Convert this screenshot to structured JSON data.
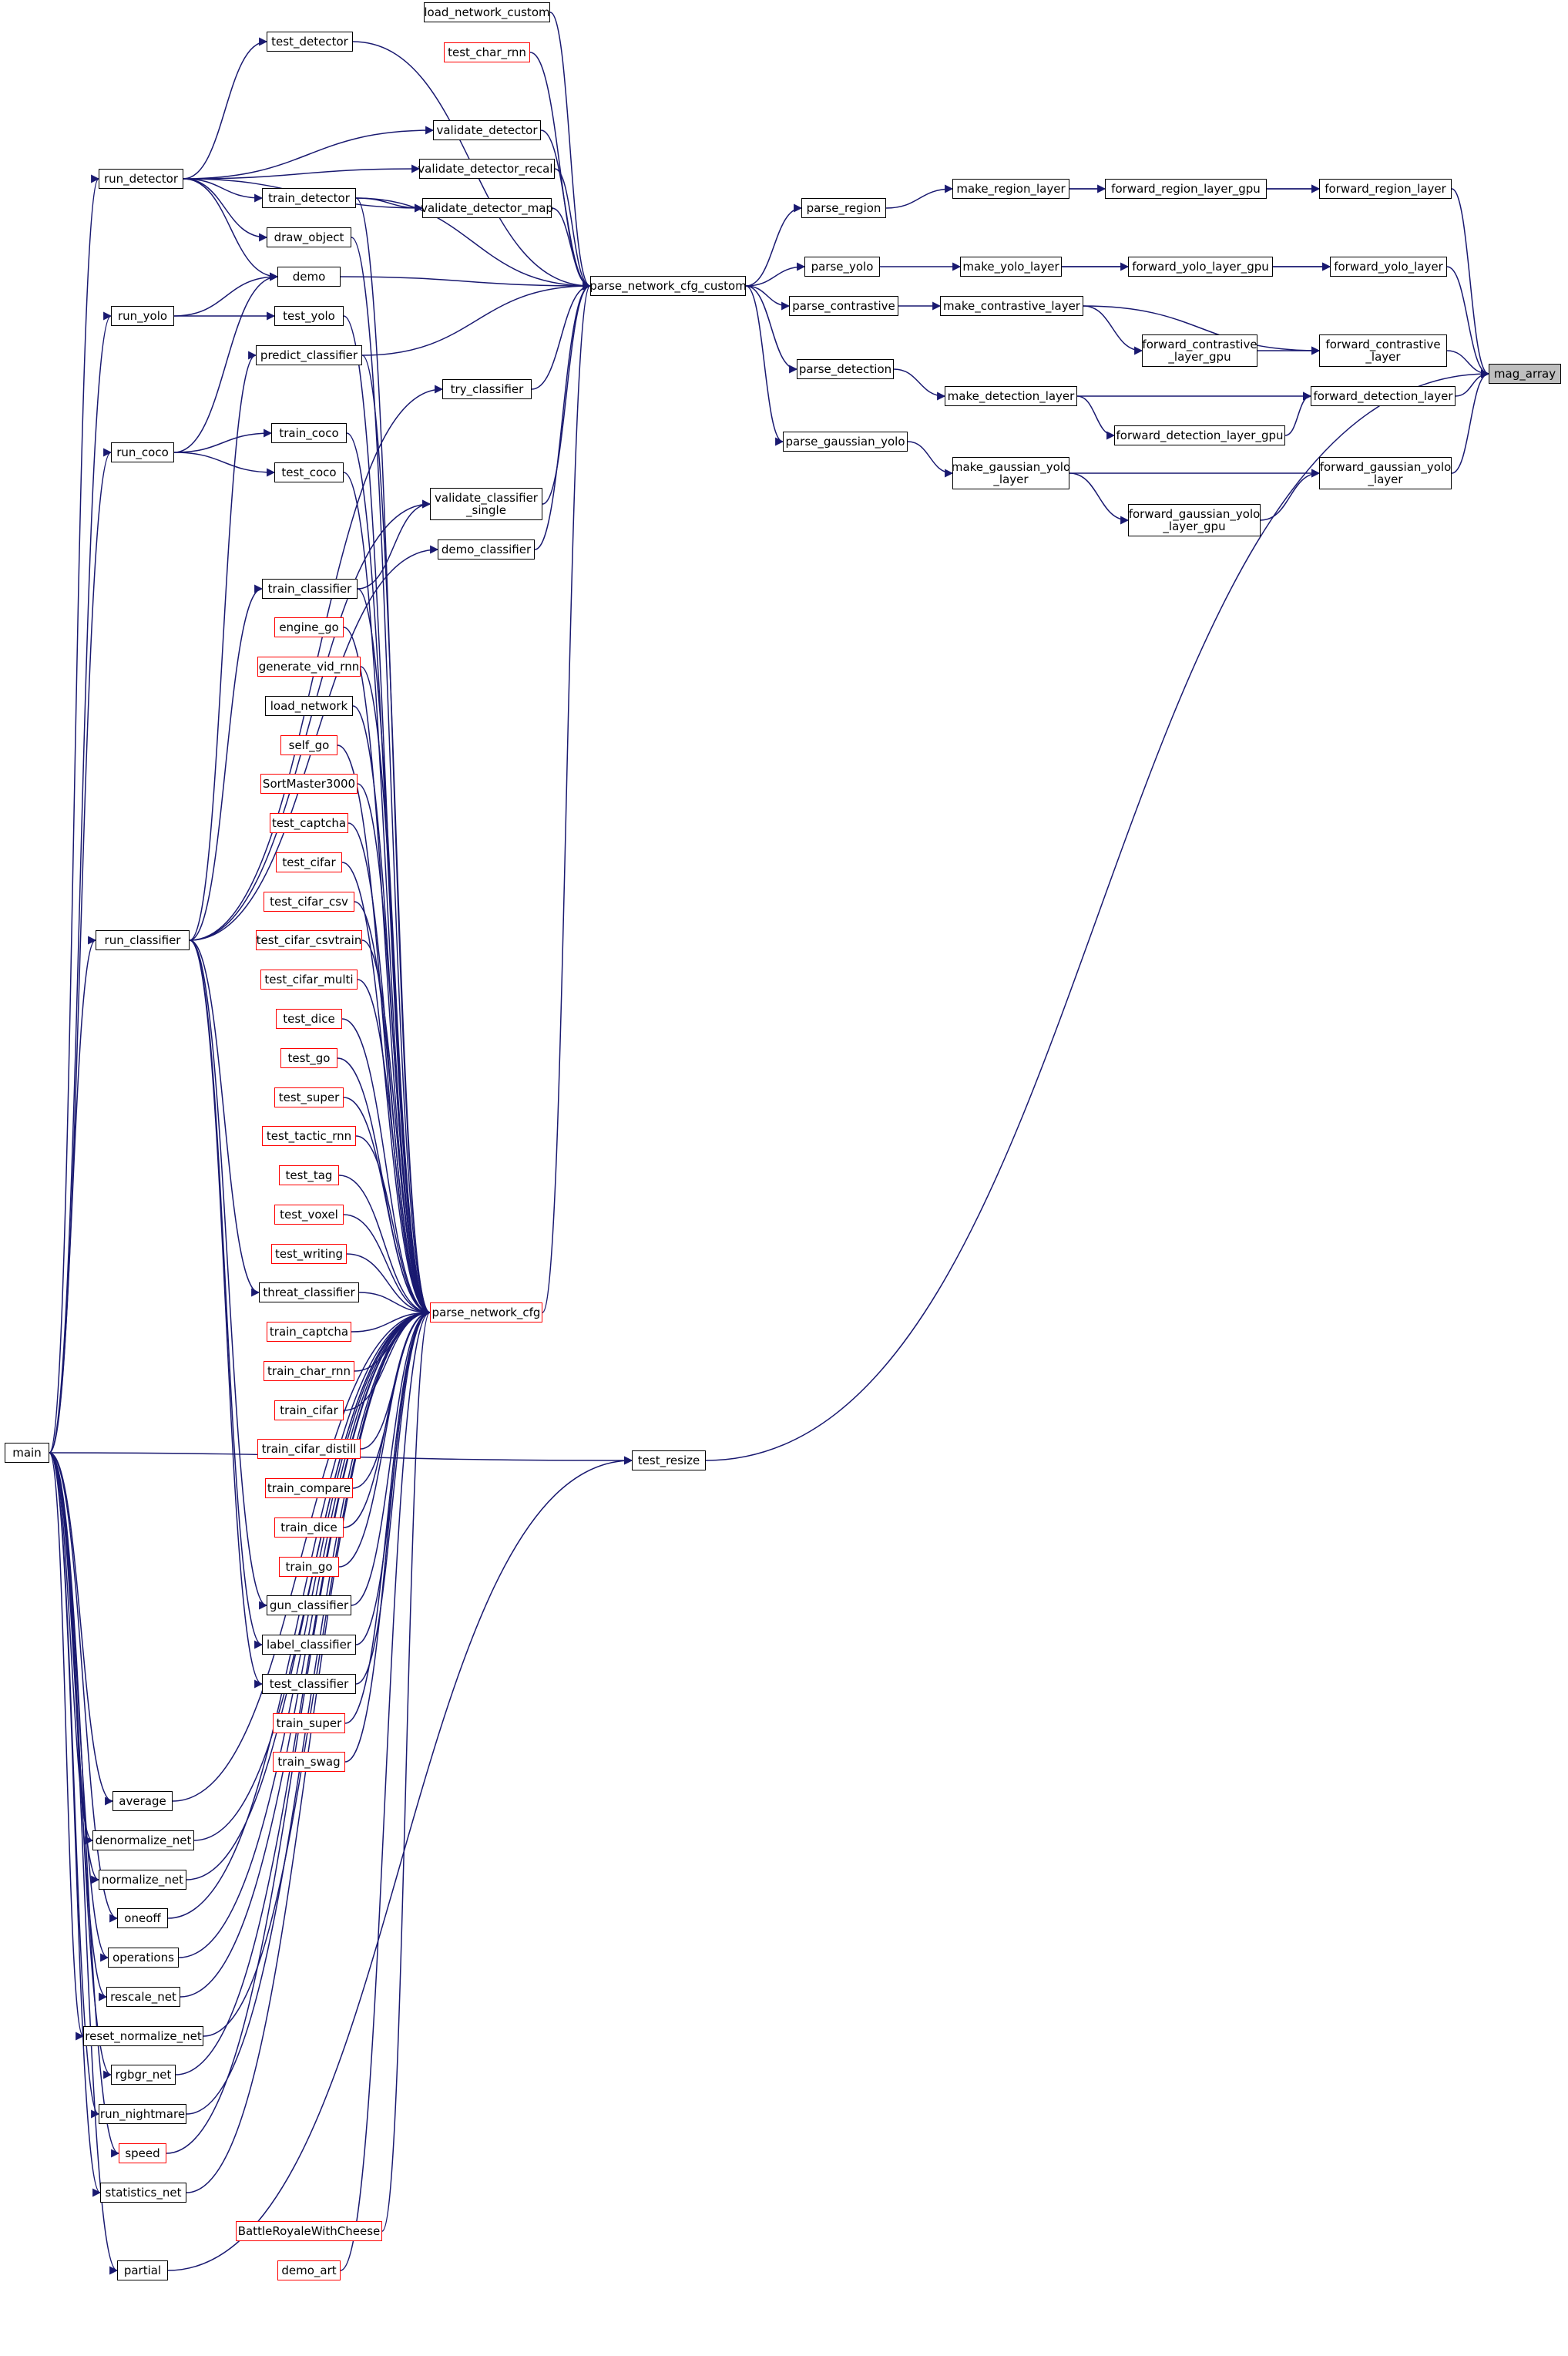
{
  "diagram": {
    "title": "",
    "colors": {
      "edge": "#191970",
      "box_border": "#000000",
      "external_border": "#ff0000",
      "focus_fill": "#bfbfbf"
    },
    "nodes": {
      "mag_array": {
        "label": "mag_array",
        "focus": true
      },
      "forward_region_layer": {
        "label": "forward_region_layer"
      },
      "forward_yolo_layer": {
        "label": "forward_yolo_layer"
      },
      "forward_contrastive_layer": {
        "label": "forward_contrastive\n_layer"
      },
      "forward_detection_layer": {
        "label": "forward_detection_layer"
      },
      "forward_gaussian_yolo_layer": {
        "label": "forward_gaussian_yolo\n_layer"
      },
      "test_resize": {
        "label": "test_resize"
      },
      "forward_region_layer_gpu": {
        "label": "forward_region_layer_gpu"
      },
      "make_region_layer": {
        "label": "make_region_layer"
      },
      "forward_yolo_layer_gpu": {
        "label": "forward_yolo_layer_gpu"
      },
      "make_yolo_layer": {
        "label": "make_yolo_layer"
      },
      "forward_contrastive_layer_gpu": {
        "label": "forward_contrastive\n_layer_gpu"
      },
      "make_contrastive_layer": {
        "label": "make_contrastive_layer"
      },
      "make_detection_layer": {
        "label": "make_detection_layer"
      },
      "forward_detection_layer_gpu": {
        "label": "forward_detection_layer_gpu"
      },
      "make_gaussian_yolo_layer": {
        "label": "make_gaussian_yolo\n_layer"
      },
      "forward_gaussian_yolo_layer_gpu": {
        "label": "forward_gaussian_yolo\n_layer_gpu"
      },
      "parse_region": {
        "label": "parse_region"
      },
      "parse_yolo": {
        "label": "parse_yolo"
      },
      "parse_contrastive": {
        "label": "parse_contrastive"
      },
      "parse_detection": {
        "label": "parse_detection"
      },
      "parse_gaussian_yolo": {
        "label": "parse_gaussian_yolo"
      },
      "parse_network_cfg_custom": {
        "label": "parse_network_cfg_custom"
      },
      "load_network_custom": {
        "label": "load_network_custom"
      },
      "test_char_rnn": {
        "label": "test_char_rnn",
        "external": true
      },
      "test_detector": {
        "label": "test_detector"
      },
      "validate_detector": {
        "label": "validate_detector"
      },
      "validate_detector_recall": {
        "label": "validate_detector_recall"
      },
      "train_detector": {
        "label": "train_detector"
      },
      "validate_detector_map": {
        "label": "validate_detector_map"
      },
      "draw_object": {
        "label": "draw_object"
      },
      "demo": {
        "label": "demo"
      },
      "test_yolo": {
        "label": "test_yolo"
      },
      "predict_classifier": {
        "label": "predict_classifier"
      },
      "try_classifier": {
        "label": "try_classifier"
      },
      "train_coco": {
        "label": "train_coco"
      },
      "test_coco": {
        "label": "test_coco"
      },
      "validate_classifier_single": {
        "label": "validate_classifier\n_single"
      },
      "demo_classifier": {
        "label": "demo_classifier"
      },
      "train_classifier": {
        "label": "train_classifier"
      },
      "run_detector": {
        "label": "run_detector"
      },
      "run_yolo": {
        "label": "run_yolo"
      },
      "run_coco": {
        "label": "run_coco"
      },
      "run_classifier": {
        "label": "run_classifier"
      },
      "main": {
        "label": "main"
      },
      "parse_network_cfg": {
        "label": "parse_network_cfg",
        "external": true
      },
      "engine_go": {
        "label": "engine_go",
        "external": true
      },
      "generate_vid_rnn": {
        "label": "generate_vid_rnn",
        "external": true
      },
      "load_network": {
        "label": "load_network"
      },
      "self_go": {
        "label": "self_go",
        "external": true
      },
      "SortMaster3000": {
        "label": "SortMaster3000",
        "external": true
      },
      "test_captcha": {
        "label": "test_captcha",
        "external": true
      },
      "test_cifar": {
        "label": "test_cifar",
        "external": true
      },
      "test_cifar_csv": {
        "label": "test_cifar_csv",
        "external": true
      },
      "test_cifar_csvtrain": {
        "label": "test_cifar_csvtrain",
        "external": true
      },
      "test_cifar_multi": {
        "label": "test_cifar_multi",
        "external": true
      },
      "test_dice": {
        "label": "test_dice",
        "external": true
      },
      "test_go": {
        "label": "test_go",
        "external": true
      },
      "test_super": {
        "label": "test_super",
        "external": true
      },
      "test_tactic_rnn": {
        "label": "test_tactic_rnn",
        "external": true
      },
      "test_tag": {
        "label": "test_tag",
        "external": true
      },
      "test_voxel": {
        "label": "test_voxel",
        "external": true
      },
      "test_writing": {
        "label": "test_writing",
        "external": true
      },
      "threat_classifier": {
        "label": "threat_classifier"
      },
      "train_captcha": {
        "label": "train_captcha",
        "external": true
      },
      "train_char_rnn": {
        "label": "train_char_rnn",
        "external": true
      },
      "train_cifar": {
        "label": "train_cifar",
        "external": true
      },
      "train_cifar_distill": {
        "label": "train_cifar_distill",
        "external": true
      },
      "train_compare": {
        "label": "train_compare",
        "external": true
      },
      "train_dice": {
        "label": "train_dice",
        "external": true
      },
      "train_go": {
        "label": "train_go",
        "external": true
      },
      "gun_classifier": {
        "label": "gun_classifier"
      },
      "label_classifier": {
        "label": "label_classifier"
      },
      "test_classifier": {
        "label": "test_classifier"
      },
      "train_super": {
        "label": "train_super",
        "external": true
      },
      "train_swag": {
        "label": "train_swag",
        "external": true
      },
      "average": {
        "label": "average"
      },
      "denormalize_net": {
        "label": "denormalize_net"
      },
      "normalize_net": {
        "label": "normalize_net"
      },
      "oneoff": {
        "label": "oneoff"
      },
      "operations": {
        "label": "operations"
      },
      "rescale_net": {
        "label": "rescale_net"
      },
      "reset_normalize_net": {
        "label": "reset_normalize_net"
      },
      "rgbgr_net": {
        "label": "rgbgr_net"
      },
      "run_nightmare": {
        "label": "run_nightmare"
      },
      "speed": {
        "label": "speed",
        "external": true
      },
      "statistics_net": {
        "label": "statistics_net"
      },
      "BattleRoyaleWithCheese": {
        "label": "BattleRoyaleWithCheese",
        "external": true
      },
      "partial": {
        "label": "partial"
      },
      "demo_art": {
        "label": "demo_art",
        "external": true
      }
    },
    "edges": [
      [
        "forward_region_layer",
        "mag_array"
      ],
      [
        "forward_yolo_layer",
        "mag_array"
      ],
      [
        "forward_contrastive_layer",
        "mag_array"
      ],
      [
        "forward_detection_layer",
        "mag_array"
      ],
      [
        "forward_gaussian_yolo_layer",
        "mag_array"
      ],
      [
        "test_resize",
        "mag_array"
      ],
      [
        "forward_region_layer_gpu",
        "forward_region_layer"
      ],
      [
        "make_region_layer",
        "forward_region_layer"
      ],
      [
        "make_region_layer",
        "forward_region_layer_gpu"
      ],
      [
        "parse_region",
        "make_region_layer"
      ],
      [
        "forward_yolo_layer_gpu",
        "forward_yolo_layer"
      ],
      [
        "make_yolo_layer",
        "forward_yolo_layer"
      ],
      [
        "make_yolo_layer",
        "forward_yolo_layer_gpu"
      ],
      [
        "parse_yolo",
        "make_yolo_layer"
      ],
      [
        "forward_contrastive_layer_gpu",
        "forward_contrastive_layer"
      ],
      [
        "make_contrastive_layer",
        "forward_contrastive_layer"
      ],
      [
        "make_contrastive_layer",
        "forward_contrastive_layer_gpu"
      ],
      [
        "parse_contrastive",
        "make_contrastive_layer"
      ],
      [
        "forward_detection_layer_gpu",
        "forward_detection_layer"
      ],
      [
        "make_detection_layer",
        "forward_detection_layer"
      ],
      [
        "make_detection_layer",
        "forward_detection_layer_gpu"
      ],
      [
        "parse_detection",
        "make_detection_layer"
      ],
      [
        "forward_gaussian_yolo_layer_gpu",
        "forward_gaussian_yolo_layer"
      ],
      [
        "make_gaussian_yolo_layer",
        "forward_gaussian_yolo_layer"
      ],
      [
        "make_gaussian_yolo_layer",
        "forward_gaussian_yolo_layer_gpu"
      ],
      [
        "parse_gaussian_yolo",
        "make_gaussian_yolo_layer"
      ],
      [
        "parse_network_cfg_custom",
        "parse_region"
      ],
      [
        "parse_network_cfg_custom",
        "parse_yolo"
      ],
      [
        "parse_network_cfg_custom",
        "parse_contrastive"
      ],
      [
        "parse_network_cfg_custom",
        "parse_detection"
      ],
      [
        "parse_network_cfg_custom",
        "parse_gaussian_yolo"
      ],
      [
        "load_network_custom",
        "parse_network_cfg_custom"
      ],
      [
        "test_char_rnn",
        "parse_network_cfg_custom"
      ],
      [
        "test_detector",
        "parse_network_cfg_custom"
      ],
      [
        "validate_detector",
        "parse_network_cfg_custom"
      ],
      [
        "validate_detector_recall",
        "parse_network_cfg_custom"
      ],
      [
        "train_detector",
        "parse_network_cfg_custom"
      ],
      [
        "validate_detector_map",
        "parse_network_cfg_custom"
      ],
      [
        "demo",
        "parse_network_cfg_custom"
      ],
      [
        "predict_classifier",
        "parse_network_cfg_custom"
      ],
      [
        "try_classifier",
        "parse_network_cfg_custom"
      ],
      [
        "validate_classifier_single",
        "parse_network_cfg_custom"
      ],
      [
        "demo_classifier",
        "parse_network_cfg_custom"
      ],
      [
        "parse_network_cfg",
        "parse_network_cfg_custom"
      ],
      [
        "run_detector",
        "test_detector"
      ],
      [
        "run_detector",
        "validate_detector"
      ],
      [
        "run_detector",
        "validate_detector_recall"
      ],
      [
        "run_detector",
        "train_detector"
      ],
      [
        "run_detector",
        "validate_detector_map"
      ],
      [
        "run_detector",
        "draw_object"
      ],
      [
        "run_detector",
        "demo"
      ],
      [
        "train_detector",
        "validate_detector_map"
      ],
      [
        "run_yolo",
        "demo"
      ],
      [
        "run_yolo",
        "test_yolo"
      ],
      [
        "run_coco",
        "demo"
      ],
      [
        "run_coco",
        "train_coco"
      ],
      [
        "run_coco",
        "test_coco"
      ],
      [
        "run_classifier",
        "predict_classifier"
      ],
      [
        "run_classifier",
        "try_classifier"
      ],
      [
        "run_classifier",
        "validate_classifier_single"
      ],
      [
        "run_classifier",
        "demo_classifier"
      ],
      [
        "run_classifier",
        "train_classifier"
      ],
      [
        "run_classifier",
        "threat_classifier"
      ],
      [
        "run_classifier",
        "gun_classifier"
      ],
      [
        "run_classifier",
        "label_classifier"
      ],
      [
        "run_classifier",
        "test_classifier"
      ],
      [
        "train_classifier",
        "validate_classifier_single"
      ],
      [
        "main",
        "run_detector"
      ],
      [
        "main",
        "run_yolo"
      ],
      [
        "main",
        "run_coco"
      ],
      [
        "main",
        "run_classifier"
      ],
      [
        "main",
        "average"
      ],
      [
        "main",
        "denormalize_net"
      ],
      [
        "main",
        "normalize_net"
      ],
      [
        "main",
        "oneoff"
      ],
      [
        "main",
        "operations"
      ],
      [
        "main",
        "rescale_net"
      ],
      [
        "main",
        "reset_normalize_net"
      ],
      [
        "main",
        "rgbgr_net"
      ],
      [
        "main",
        "run_nightmare"
      ],
      [
        "main",
        "speed"
      ],
      [
        "main",
        "statistics_net"
      ],
      [
        "main",
        "partial"
      ],
      [
        "main",
        "test_resize"
      ],
      [
        "partial",
        "test_resize"
      ],
      [
        "train_detector",
        "parse_network_cfg"
      ],
      [
        "draw_object",
        "parse_network_cfg"
      ],
      [
        "test_yolo",
        "parse_network_cfg"
      ],
      [
        "predict_classifier",
        "parse_network_cfg"
      ],
      [
        "train_coco",
        "parse_network_cfg"
      ],
      [
        "test_coco",
        "parse_network_cfg"
      ],
      [
        "train_classifier",
        "parse_network_cfg"
      ],
      [
        "engine_go",
        "parse_network_cfg"
      ],
      [
        "generate_vid_rnn",
        "parse_network_cfg"
      ],
      [
        "load_network",
        "parse_network_cfg"
      ],
      [
        "self_go",
        "parse_network_cfg"
      ],
      [
        "SortMaster3000",
        "parse_network_cfg"
      ],
      [
        "test_captcha",
        "parse_network_cfg"
      ],
      [
        "test_cifar",
        "parse_network_cfg"
      ],
      [
        "test_cifar_csv",
        "parse_network_cfg"
      ],
      [
        "test_cifar_csvtrain",
        "parse_network_cfg"
      ],
      [
        "test_cifar_multi",
        "parse_network_cfg"
      ],
      [
        "test_dice",
        "parse_network_cfg"
      ],
      [
        "test_go",
        "parse_network_cfg"
      ],
      [
        "test_super",
        "parse_network_cfg"
      ],
      [
        "test_tactic_rnn",
        "parse_network_cfg"
      ],
      [
        "test_tag",
        "parse_network_cfg"
      ],
      [
        "test_voxel",
        "parse_network_cfg"
      ],
      [
        "test_writing",
        "parse_network_cfg"
      ],
      [
        "threat_classifier",
        "parse_network_cfg"
      ],
      [
        "train_captcha",
        "parse_network_cfg"
      ],
      [
        "train_char_rnn",
        "parse_network_cfg"
      ],
      [
        "train_cifar",
        "parse_network_cfg"
      ],
      [
        "train_cifar_distill",
        "parse_network_cfg"
      ],
      [
        "train_compare",
        "parse_network_cfg"
      ],
      [
        "train_dice",
        "parse_network_cfg"
      ],
      [
        "train_go",
        "parse_network_cfg"
      ],
      [
        "gun_classifier",
        "parse_network_cfg"
      ],
      [
        "label_classifier",
        "parse_network_cfg"
      ],
      [
        "test_classifier",
        "parse_network_cfg"
      ],
      [
        "train_super",
        "parse_network_cfg"
      ],
      [
        "train_swag",
        "parse_network_cfg"
      ],
      [
        "average",
        "parse_network_cfg"
      ],
      [
        "denormalize_net",
        "parse_network_cfg"
      ],
      [
        "normalize_net",
        "parse_network_cfg"
      ],
      [
        "oneoff",
        "parse_network_cfg"
      ],
      [
        "operations",
        "parse_network_cfg"
      ],
      [
        "rescale_net",
        "parse_network_cfg"
      ],
      [
        "reset_normalize_net",
        "parse_network_cfg"
      ],
      [
        "rgbgr_net",
        "parse_network_cfg"
      ],
      [
        "run_nightmare",
        "parse_network_cfg"
      ],
      [
        "speed",
        "parse_network_cfg"
      ],
      [
        "statistics_net",
        "parse_network_cfg"
      ],
      [
        "BattleRoyaleWithCheese",
        "parse_network_cfg"
      ],
      [
        "demo_art",
        "parse_network_cfg"
      ]
    ]
  }
}
